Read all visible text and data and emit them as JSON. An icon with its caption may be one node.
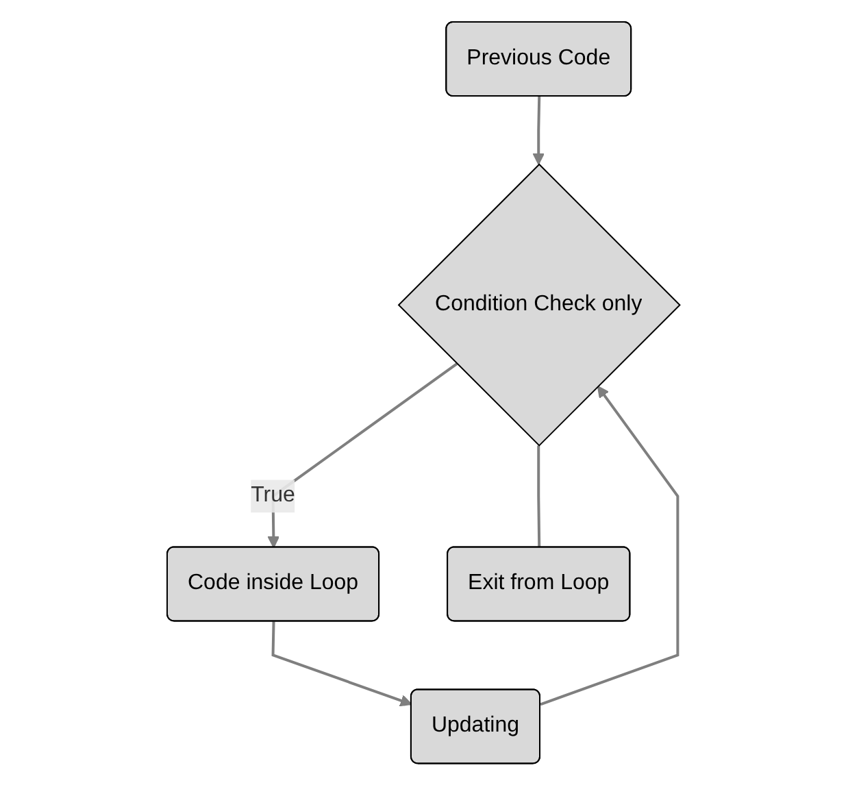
{
  "diagram": {
    "nodes": [
      {
        "text": [
          "Previous Code"
        ]
      },
      {
        "text": [
          "Condition Check only"
        ]
      },
      {
        "text": [
          "Code inside Loop"
        ]
      },
      {
        "text": [
          "Updating"
        ]
      },
      {
        "text": [
          "Exit from Loop"
        ]
      }
    ],
    "edges": [
      {
        "from": 0,
        "to": 1,
        "arrow": "to"
      },
      {
        "from": 1,
        "to": 2,
        "arrow": "to",
        "label": "True"
      },
      {
        "from": 2,
        "to": 3,
        "arrow": "to"
      },
      {
        "from": 3,
        "to": 1,
        "arrow": "to"
      },
      {
        "from": 1,
        "to": 4,
        "arrow": "none"
      }
    ]
  }
}
